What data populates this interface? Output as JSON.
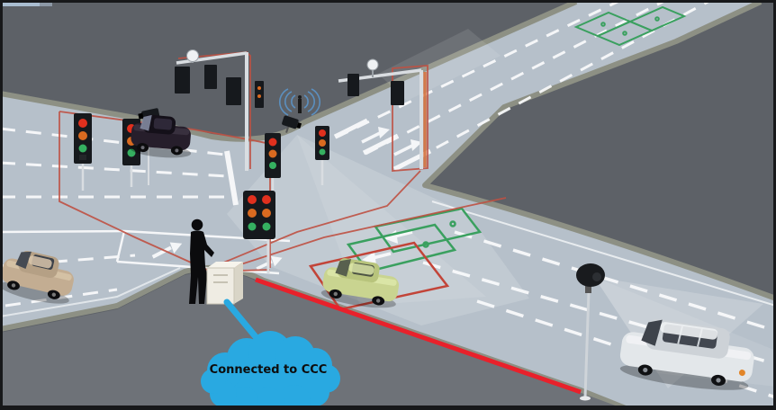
{
  "cloud": {
    "label": "Connected to CCC"
  },
  "colors": {
    "background": "#5d6167",
    "road": "#b6c0ca",
    "road_curb": "#8d9084",
    "sidewalk": "#6e7278",
    "lane_marking": "#fafbfc",
    "wire_red": "#bf5143",
    "cable_orange": "#d4713c",
    "alert_red": "#e8212b",
    "detection_green": "#3aa05f",
    "detection_red": "#c24438",
    "cloud_blue": "#29a9e1",
    "signal_red": "#e0301e",
    "signal_amber": "#d96a20",
    "signal_green": "#35b060",
    "hardware_dark": "#16191d",
    "pole_gray": "#d9dde1",
    "frame": "#17181a"
  },
  "icons": [
    "dome-camera-icon",
    "cctv-camera-icon",
    "radar-camera-icon",
    "traffic-signal-icon",
    "wireless-antenna-icon",
    "detection-zone",
    "operator-person",
    "controller-cabinet",
    "ccc-cloud"
  ]
}
